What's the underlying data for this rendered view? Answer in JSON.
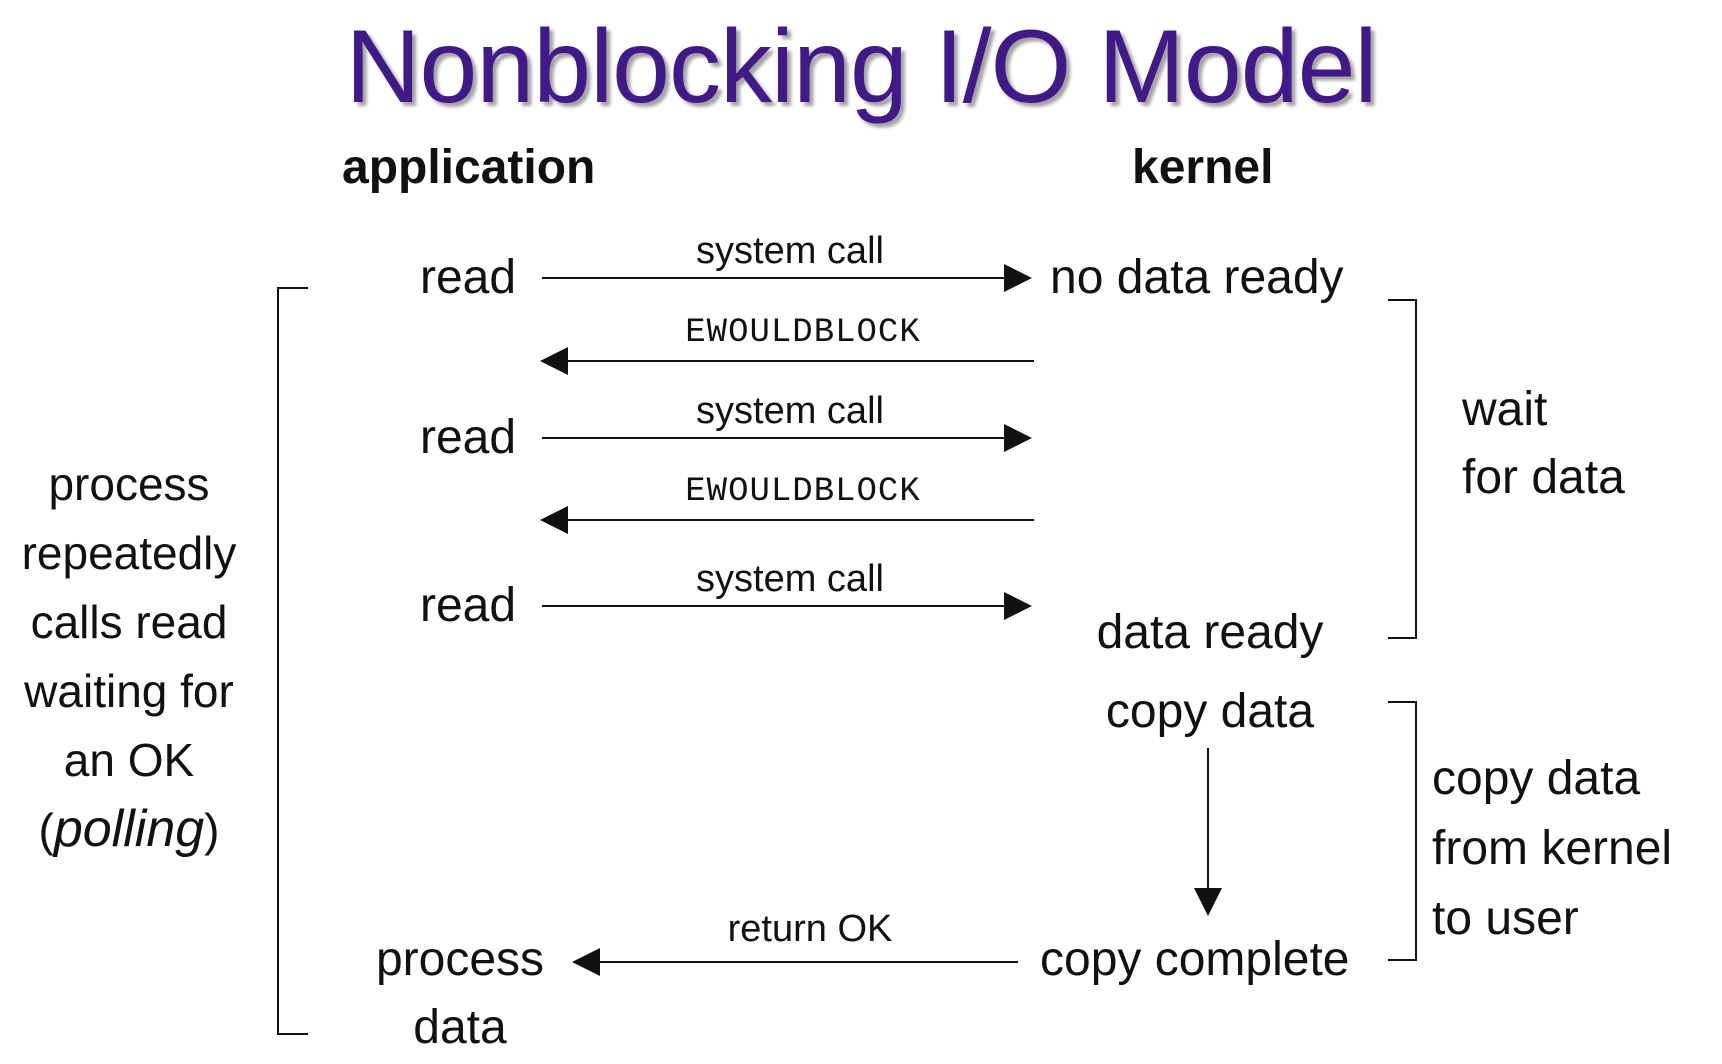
{
  "title": "Nonblocking I/O Model",
  "columns": {
    "application": "application",
    "kernel": "kernel"
  },
  "application_steps": [
    "read",
    "read",
    "read"
  ],
  "application_final": [
    "process",
    "data"
  ],
  "arrows": {
    "syscall1": "system call",
    "ewouldblock1": "EWOULDBLOCK",
    "syscall2": "system call",
    "ewouldblock2": "EWOULDBLOCK",
    "syscall3": "system call",
    "return_ok": "return OK"
  },
  "kernel_states": {
    "no_data_ready": "no data ready",
    "data_ready": "data ready",
    "copy_data": "copy data",
    "copy_complete": "copy complete"
  },
  "left_note": {
    "lines": [
      "process",
      "repeatedly",
      "calls read",
      "waiting for",
      "an OK"
    ],
    "last_open": "(",
    "last_italic": "polling",
    "last_close": ")"
  },
  "right_notes": {
    "wait": [
      "wait",
      "for data"
    ],
    "copy": [
      "copy data",
      "from kernel",
      "to user"
    ]
  },
  "colors": {
    "title": "#3f1a88",
    "line": "#111111"
  }
}
